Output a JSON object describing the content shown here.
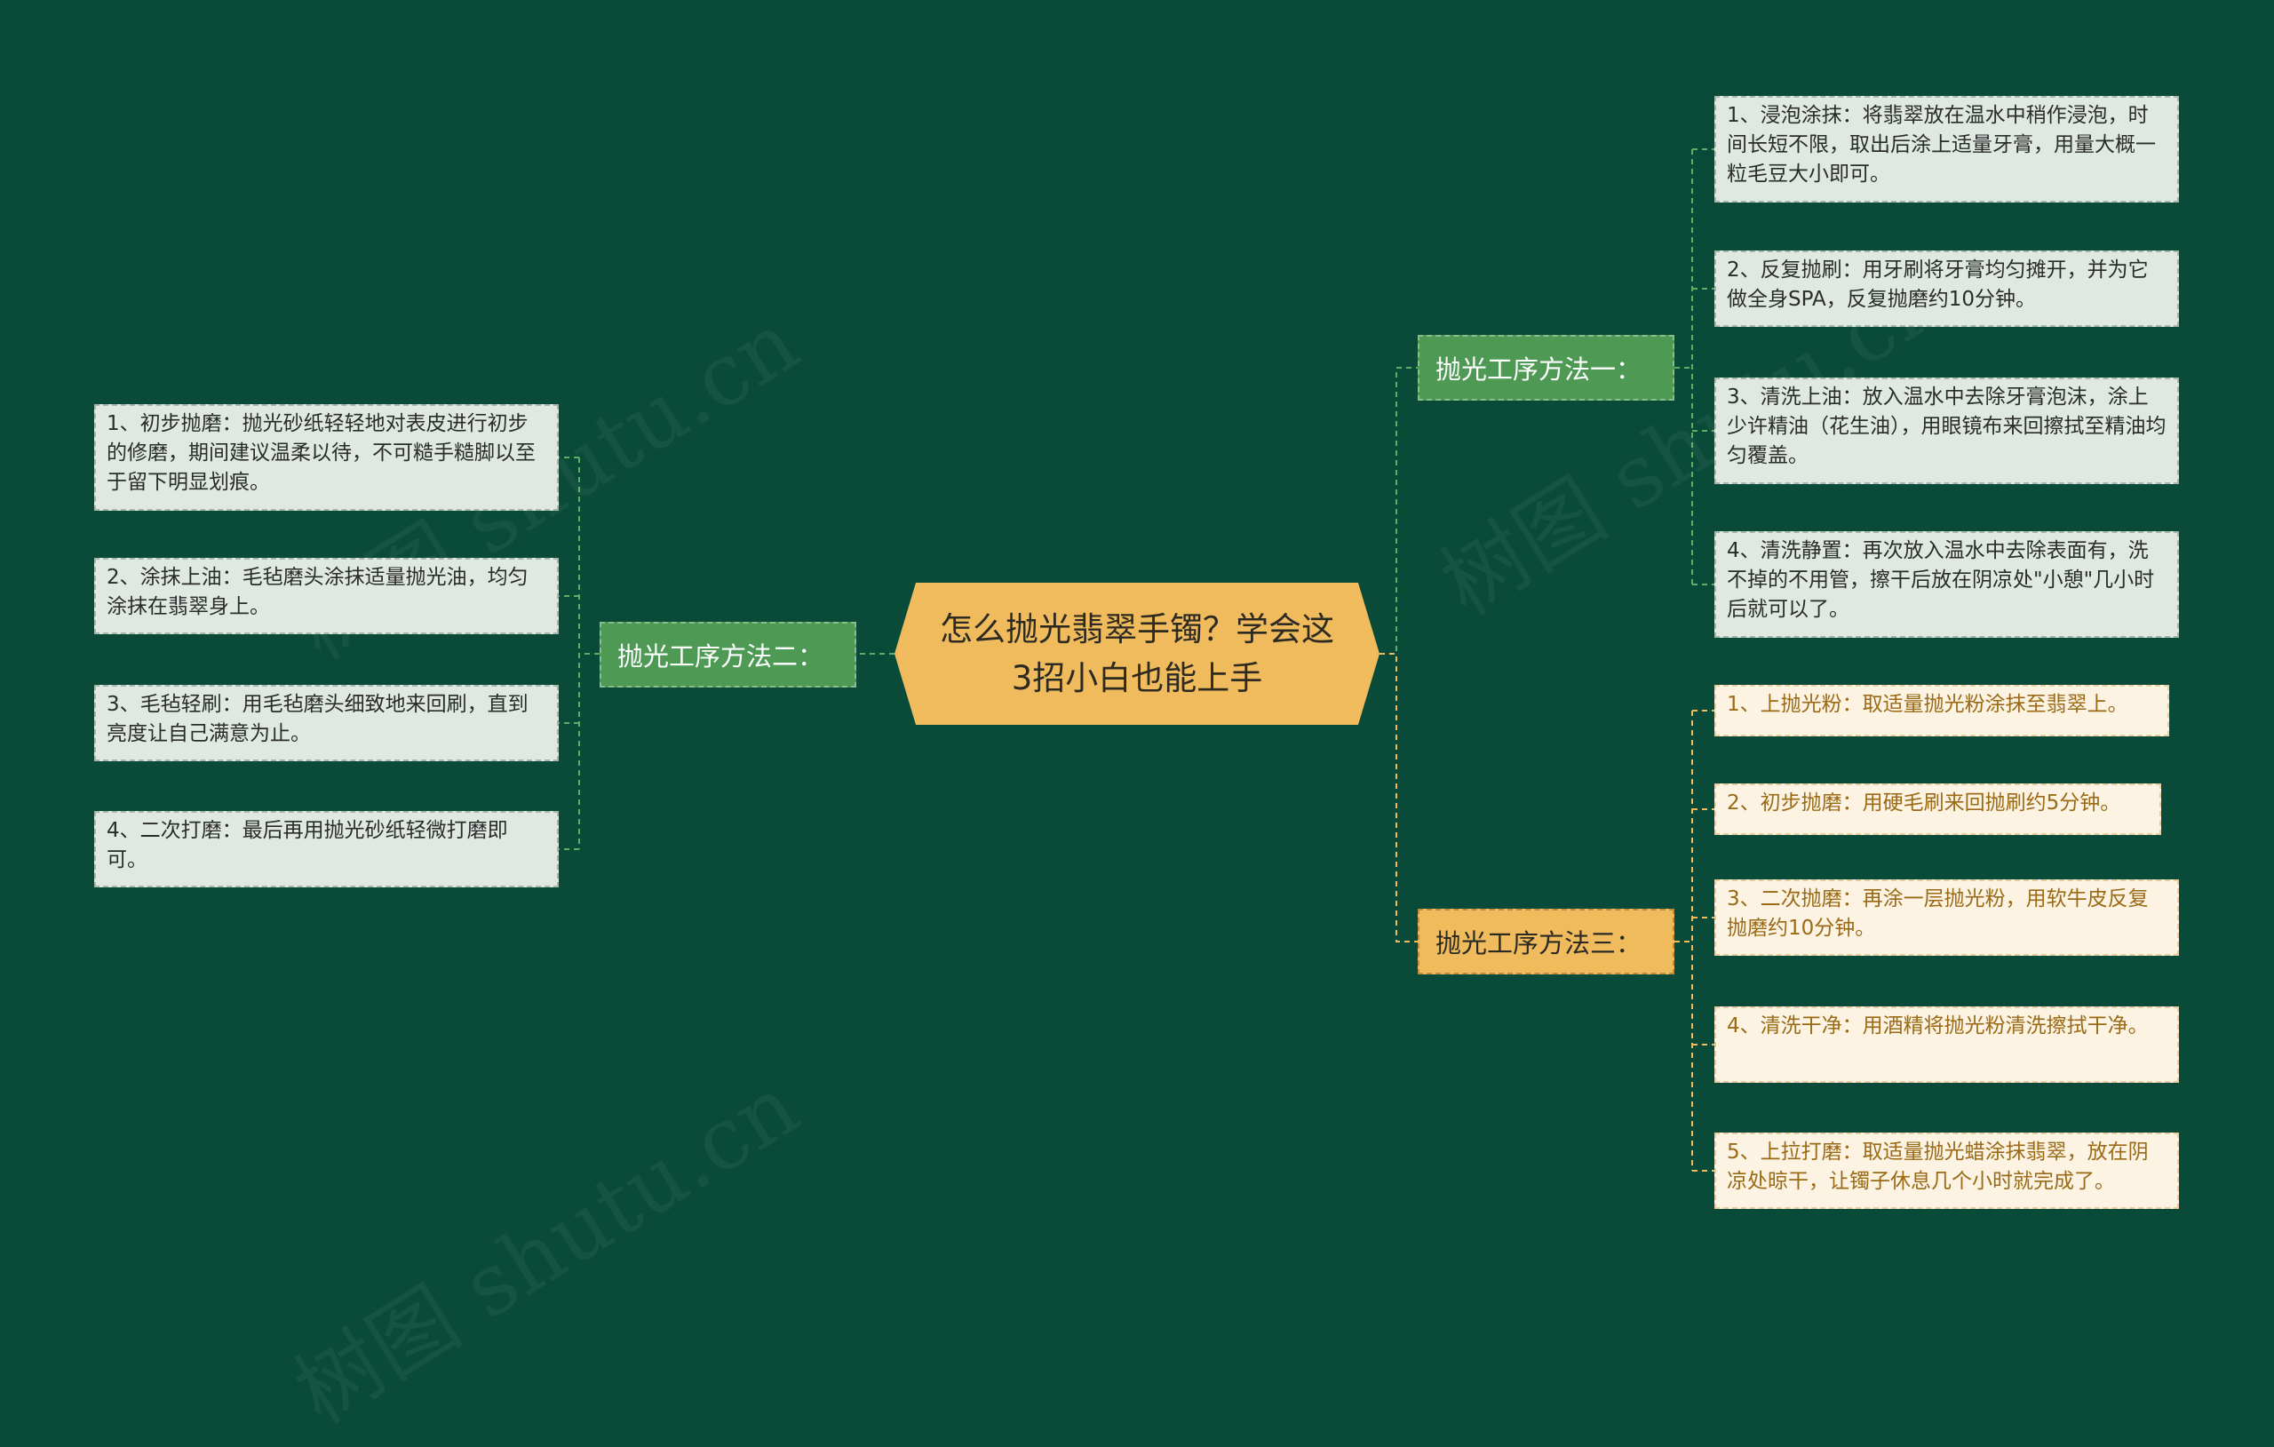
{
  "colors": {
    "background": "#0a4a38",
    "root_fill": "#f0bb5c",
    "green_branch": "#4e9a55",
    "green_leaf": "#dfe9e1",
    "orange_branch": "#f0bb5c",
    "orange_leaf": "#fcf3e3",
    "orange_text": "#9a6a16",
    "connector_green": "#5fae67",
    "connector_orange": "#f0bb5c"
  },
  "root": {
    "title": "怎么抛光翡翠手镯？学会这3招小白也能上手"
  },
  "watermark": "树图 shutu.cn",
  "branches": [
    {
      "label": "抛光工序方法一：",
      "items": [
        "1、浸泡涂抹：将翡翠放在温水中稍作浸泡，时间长短不限，取出后涂上适量牙膏，用量大概一粒毛豆大小即可。",
        "2、反复抛刷：用牙刷将牙膏均匀摊开，并为它做全身SPA，反复抛磨约10分钟。",
        "3、清洗上油：放入温水中去除牙膏泡沫，涂上少许精油（花生油），用眼镜布来回擦拭至精油均匀覆盖。",
        "4、清洗静置：再次放入温水中去除表面有，洗不掉的不用管，擦干后放在阴凉处\"小憩\"几小时后就可以了。"
      ]
    },
    {
      "label": "抛光工序方法二：",
      "items": [
        "1、初步抛磨：抛光砂纸轻轻地对表皮进行初步的修磨，期间建议温柔以待，不可糙手糙脚以至于留下明显划痕。",
        "2、涂抹上油：毛毡磨头涂抹适量抛光油，均匀涂抹在翡翠身上。",
        "3、毛毡轻刷：用毛毡磨头细致地来回刷，直到亮度让自己满意为止。",
        "4、二次打磨：最后再用抛光砂纸轻微打磨即可。"
      ]
    },
    {
      "label": "抛光工序方法三：",
      "items": [
        "1、上抛光粉：取适量抛光粉涂抹至翡翠上。",
        "2、初步抛磨：用硬毛刷来回抛刷约5分钟。",
        "3、二次抛磨：再涂一层抛光粉，用软牛皮反复抛磨约10分钟。",
        "4、清洗干净：用酒精将抛光粉清洗擦拭干净。",
        "5、上拉打磨：取适量抛光蜡涂抹翡翠，放在阴凉处晾干，让镯子休息几个小时就完成了。"
      ]
    }
  ]
}
